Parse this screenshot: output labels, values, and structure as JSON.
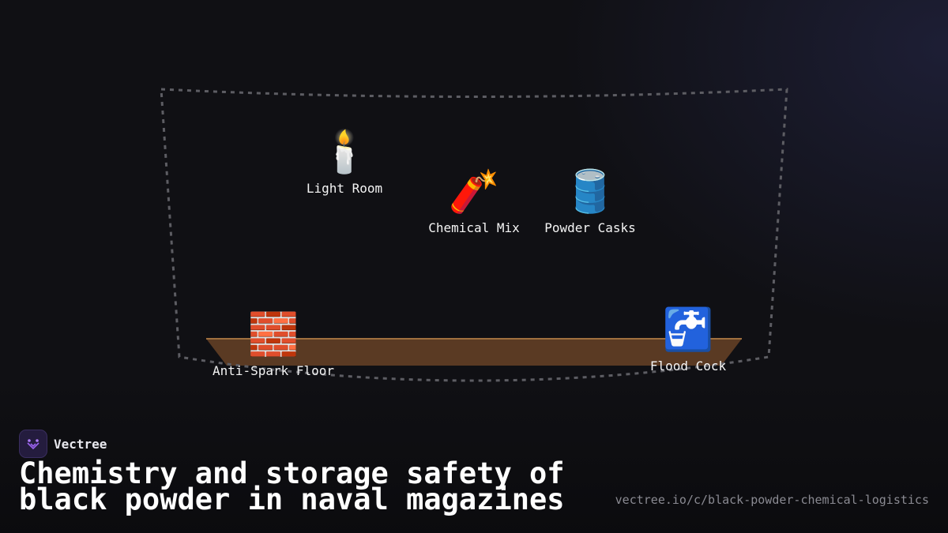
{
  "diagram": {
    "nodes": [
      {
        "id": "light-room",
        "label": "Light Room",
        "icon": "candle-icon",
        "glyph": "🕯️"
      },
      {
        "id": "chemical-mix",
        "label": "Chemical Mix",
        "icon": "firecracker-icon",
        "glyph": "🧨"
      },
      {
        "id": "powder-casks",
        "label": "Powder Casks",
        "icon": "oil-drum-icon",
        "glyph": "🛢️"
      },
      {
        "id": "anti-spark-floor",
        "label": "Anti-Spark Floor",
        "icon": "brick-icon",
        "glyph": "🧱"
      },
      {
        "id": "flood-cock",
        "label": "Flood Cock",
        "icon": "faucet-icon",
        "glyph": "🚰"
      }
    ],
    "colors": {
      "deck": "#5a3a23",
      "deck_edge": "#a0703f",
      "hull_outline": "#5d5d63",
      "background": "#101014"
    }
  },
  "brand": {
    "name": "Vectree"
  },
  "title": {
    "line1": "Chemistry and storage safety of",
    "line2": "black powder in naval magazines"
  },
  "url": "vectree.io/c/black-powder-chemical-logistics"
}
